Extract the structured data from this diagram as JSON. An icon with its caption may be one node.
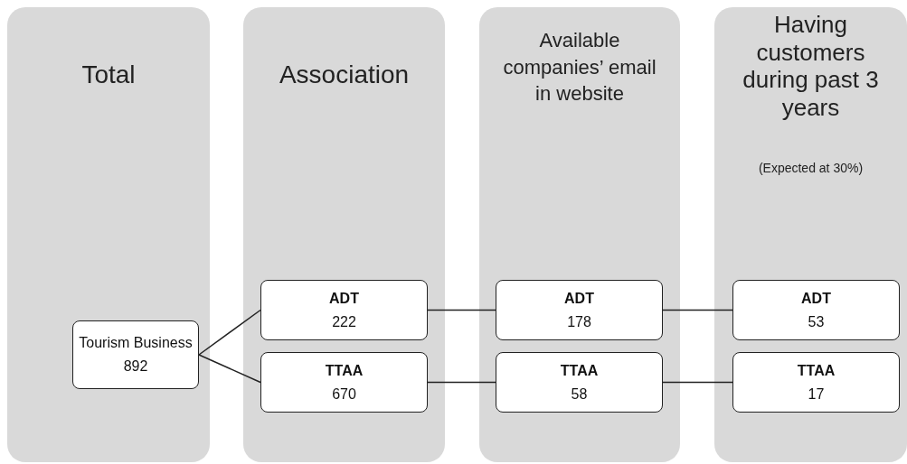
{
  "diagram": {
    "nodes": [
      {
        "text": [
          "Total"
        ]
      },
      {
        "text": [
          "Tourism Business",
          "892"
        ],
        "in": 0
      },
      {
        "text": [
          "Association"
        ]
      },
      {
        "text": [
          "ADT",
          "222"
        ],
        "in": 2
      },
      {
        "text": [
          "TTAA",
          "670"
        ],
        "in": 2
      },
      {
        "text": [
          "Available companies’ email in website"
        ]
      },
      {
        "text": [
          "ADT",
          "178"
        ],
        "in": 5
      },
      {
        "text": [
          "TTAA",
          "58"
        ],
        "in": 5
      },
      {
        "text": [
          "Having customers during past 3 years",
          "(Expected at 30%)"
        ]
      },
      {
        "text": [
          "ADT",
          "53"
        ],
        "in": 8
      },
      {
        "text": [
          "TTAA",
          "17"
        ],
        "in": 8
      }
    ],
    "edges": [
      {
        "from": 1,
        "to": 3,
        "arrow": "none"
      },
      {
        "from": 1,
        "to": 4,
        "arrow": "none"
      },
      {
        "from": 3,
        "to": 6,
        "arrow": "none"
      },
      {
        "from": 4,
        "to": 7,
        "arrow": "none"
      },
      {
        "from": 6,
        "to": 9,
        "arrow": "none"
      },
      {
        "from": 7,
        "to": 10,
        "arrow": "none"
      }
    ]
  }
}
